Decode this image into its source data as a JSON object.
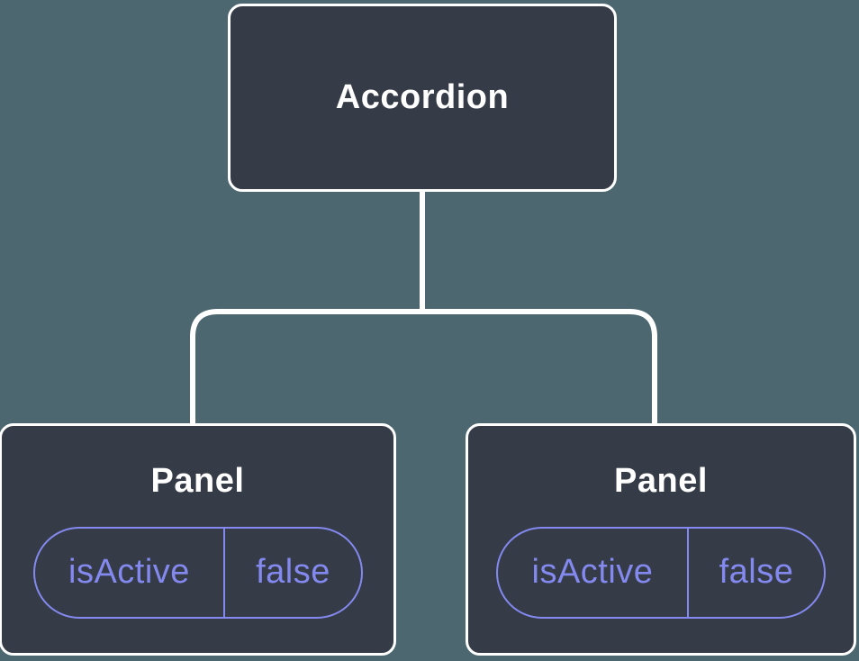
{
  "diagram": {
    "root": {
      "label": "Accordion"
    },
    "panels": [
      {
        "title": "Panel",
        "state": {
          "key": "isActive",
          "value": "false"
        }
      },
      {
        "title": "Panel",
        "state": {
          "key": "isActive",
          "value": "false"
        }
      }
    ],
    "colors": {
      "background": "#4c6770",
      "node_fill": "#353b47",
      "node_border": "#ffffff",
      "connector": "#ffffff",
      "state_accent": "#8389ee"
    }
  }
}
